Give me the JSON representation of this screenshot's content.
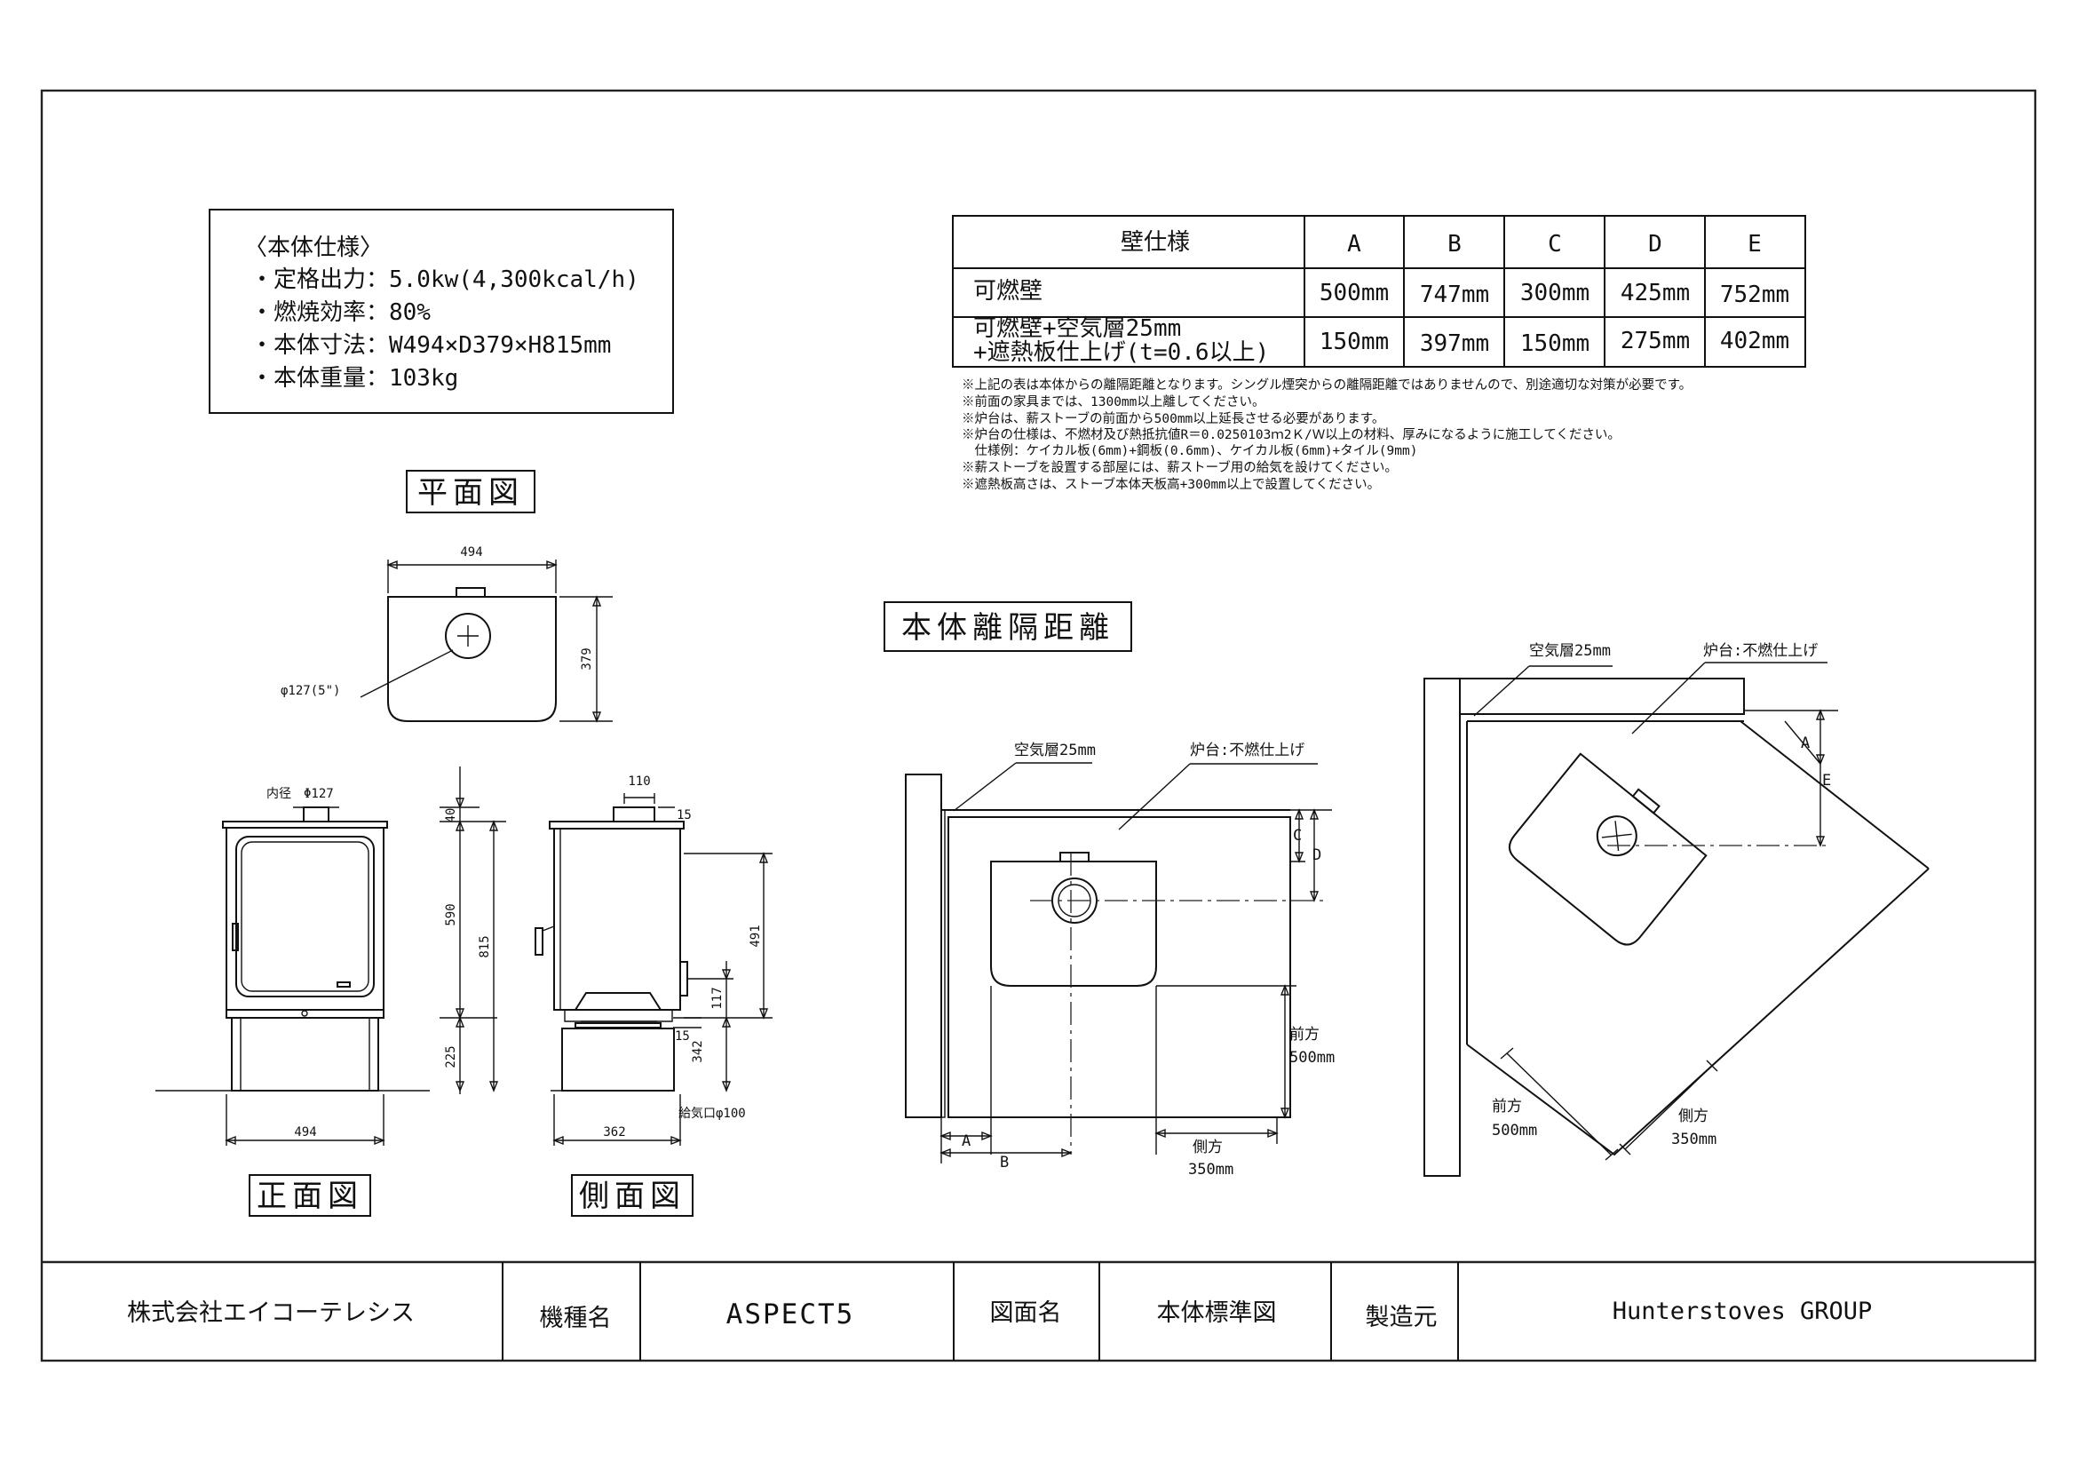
{
  "spec": {
    "title": "〈本体仕様〉",
    "lines": [
      "・定格出力：5.0kw(4,300kcal/h)",
      "・燃焼効率：80%",
      "・本体寸法：W494×D379×H815mm",
      "・本体重量：103kg"
    ]
  },
  "wall_table": {
    "header": [
      "壁仕様",
      "A",
      "B",
      "C",
      "D",
      "E"
    ],
    "rows": [
      {
        "label": [
          "可燃壁"
        ],
        "values": [
          "500mm",
          "747mm",
          "300mm",
          "425mm",
          "752mm"
        ]
      },
      {
        "label": [
          "可燃壁+空気層25mm",
          "+遮熱板仕上げ(t=0.6以上)"
        ],
        "values": [
          "150mm",
          "397mm",
          "150mm",
          "275mm",
          "402mm"
        ]
      }
    ]
  },
  "notes": [
    "※上記の表は本体からの離隔距離となります。シングル煙突からの離隔距離ではありませんので、別途適切な対策が必要です。",
    "※前面の家具までは、1300mm以上離してください。",
    "※炉台は、薪ストーブの前面から500mm以上延長させる必要があります。",
    "※炉台の仕様は、不燃材及び熱抵抗値R＝0.0250103ｍ2Ｋ/Ｗ以上の材料、厚みになるように施工してください。",
    "　仕様例：ケイカル板(6mm)+鋼板(0.6mm)、ケイカル板(6mm)+タイル(9mm)",
    "※薪ストーブを設置する部屋には、薪ストーブ用の給気を設けてください。",
    "※遮熱板高さは、ストーブ本体天板高+300mm以上で設置してください。"
  ],
  "views": {
    "plan": "平面図",
    "front": "正面図",
    "side": "側面図",
    "clearance": "本体離隔距離"
  },
  "dims": {
    "plan_width": "494",
    "plan_depth": "379",
    "flue": "φ127(5\")",
    "inner_dia": "内径　Φ127",
    "front_top": "40",
    "front_mid": "590",
    "front_total": "815",
    "front_base": "225",
    "front_width": "494",
    "side_110": "110",
    "side_15a": "15",
    "side_491": "491",
    "side_117": "117",
    "side_15b": "15",
    "side_342": "342",
    "side_width": "362",
    "air_inlet": "給気口φ100"
  },
  "clearance_labels": {
    "air_layer": "空気層25mm",
    "hearth": "炉台:不燃仕上げ",
    "A": "A",
    "B": "B",
    "C": "C",
    "D": "D",
    "E": "E",
    "front": "前方",
    "front_value": "500mm",
    "side": "側方",
    "side_value": "350mm"
  },
  "title_block": {
    "company": "株式会社エイコーテレシス",
    "model_label": "機種名",
    "model": "ASPECT5",
    "drawing_label": "図面名",
    "drawing": "本体標準図",
    "maker_label": "製造元",
    "maker": "Hunterstoves GROUP"
  }
}
